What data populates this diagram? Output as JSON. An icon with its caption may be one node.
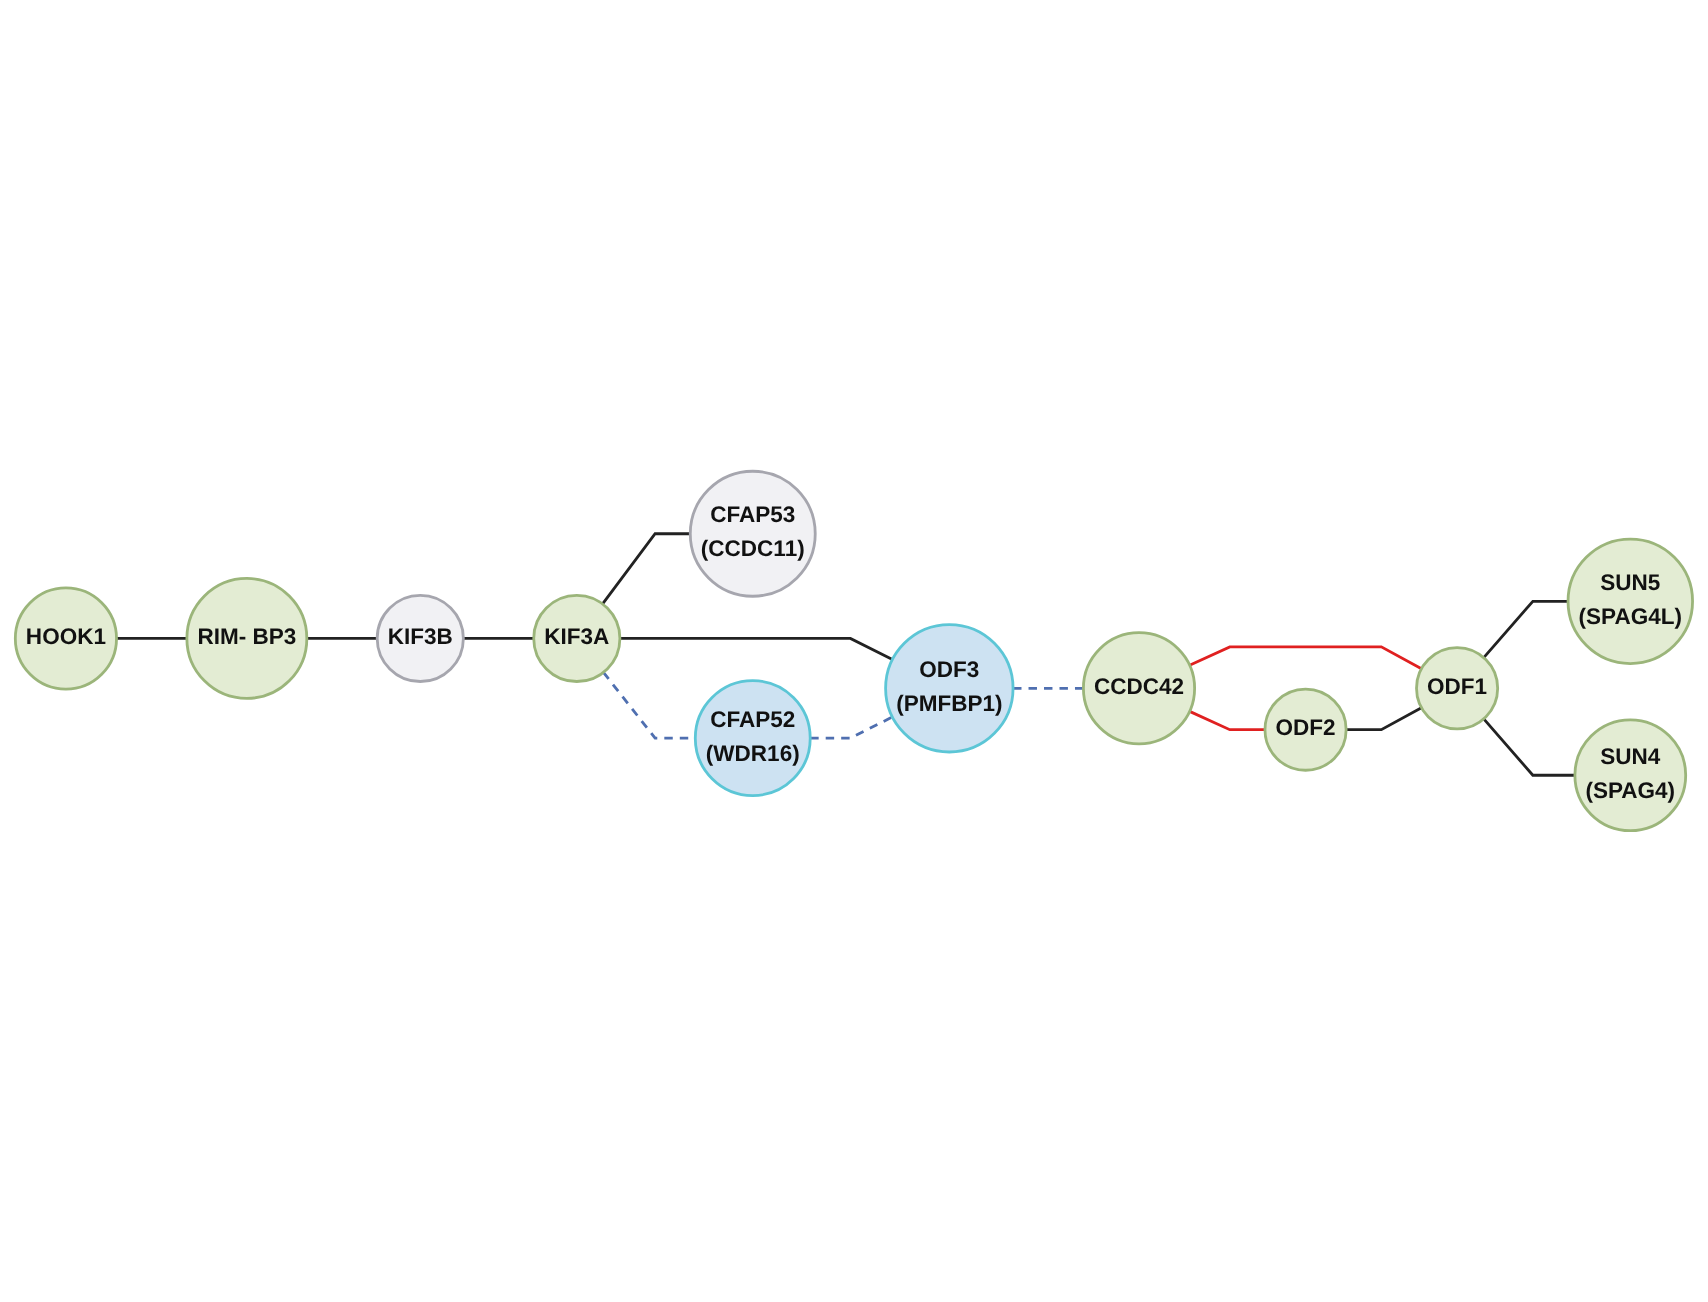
{
  "diagram": {
    "nodes": [
      {
        "text": [
          "HOOK1"
        ]
      },
      {
        "text": [
          "RIM- BP3"
        ]
      },
      {
        "text": [
          "KIF3B"
        ]
      },
      {
        "text": [
          "CCDC42"
        ]
      },
      {
        "text": [
          "ODF2"
        ]
      },
      {
        "text": [
          "KIF3A"
        ]
      },
      {
        "text": [
          "ODF3",
          "(PMFBP1)"
        ]
      },
      {
        "text": [
          "ODF1"
        ]
      },
      {
        "text": [
          "CFAP53",
          "(CCDC11)"
        ]
      },
      {
        "text": [
          "CFAP52",
          "(WDR16)"
        ]
      },
      {
        "text": [
          "SUN5",
          "(SPAG4L)"
        ]
      },
      {
        "text": [
          "SUN4",
          "(SPAG4)"
        ]
      }
    ],
    "edges": [
      {
        "from": 0,
        "to": 1,
        "arrow": "none"
      },
      {
        "from": 1,
        "to": 2,
        "arrow": "none"
      },
      {
        "from": 2,
        "to": 5,
        "arrow": "none"
      },
      {
        "from": 5,
        "to": 6,
        "arrow": "none"
      },
      {
        "from": 5,
        "to": 8,
        "arrow": "none"
      },
      {
        "from": 5,
        "to": 9,
        "arrow": "none",
        "style": "dashed",
        "color": "#4f6fb0"
      },
      {
        "from": 9,
        "to": 6,
        "arrow": "none",
        "style": "dashed",
        "color": "#4f6fb0"
      },
      {
        "from": 6,
        "to": 3,
        "arrow": "none",
        "style": "dashed",
        "color": "#4f6fb0"
      },
      {
        "from": 3,
        "to": 4,
        "arrow": "none",
        "color": "#e02020"
      },
      {
        "from": 3,
        "to": 7,
        "arrow": "none",
        "color": "#e02020"
      },
      {
        "from": 4,
        "to": 7,
        "arrow": "none"
      },
      {
        "from": 7,
        "to": 10,
        "arrow": "none"
      },
      {
        "from": 7,
        "to": 11,
        "arrow": "none"
      }
    ]
  }
}
